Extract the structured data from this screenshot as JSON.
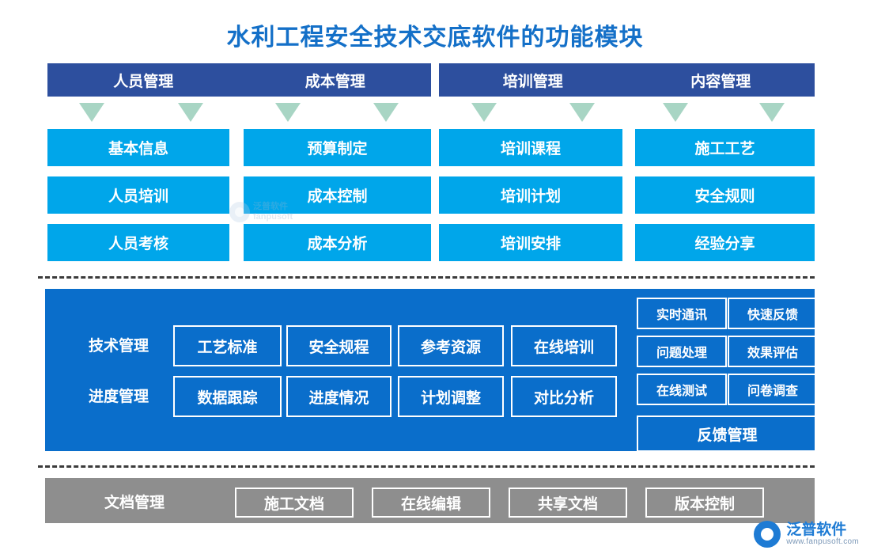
{
  "title": "水利工程安全技术交底软件的功能模块",
  "colors": {
    "title": "#1470c8",
    "header_bar": "#2d4f9e",
    "card": "#00a6ea",
    "arrow": "#a8d5c4",
    "mid_panel": "#0a6ecb",
    "doc_bar": "#8e8e8e",
    "dashed": "#3b3b3b"
  },
  "headers": {
    "left_group": [
      "人员管理",
      "成本管理"
    ],
    "right_group": [
      "培训管理",
      "内容管理"
    ]
  },
  "columns": [
    {
      "header": "人员管理",
      "items": [
        "基本信息",
        "人员培训",
        "人员考核"
      ]
    },
    {
      "header": "成本管理",
      "items": [
        "预算制定",
        "成本控制",
        "成本分析"
      ]
    },
    {
      "header": "培训管理",
      "items": [
        "培训课程",
        "培训计划",
        "培训安排"
      ]
    },
    {
      "header": "内容管理",
      "items": [
        "施工工艺",
        "安全规则",
        "经验分享"
      ]
    }
  ],
  "mid_panel": {
    "rows": [
      {
        "label": "技术管理",
        "items": [
          "工艺标准",
          "安全规程",
          "参考资源",
          "在线培训"
        ]
      },
      {
        "label": "进度管理",
        "items": [
          "数据跟踪",
          "进度情况",
          "计划调整",
          "对比分析"
        ]
      }
    ],
    "side_items": [
      "实时通讯",
      "快速反馈",
      "问题处理",
      "效果评估",
      "在线测试",
      "问卷调查"
    ],
    "side_footer": "反馈管理"
  },
  "doc_bar": {
    "label": "文档管理",
    "items": [
      "施工文档",
      "在线编辑",
      "共享文档",
      "版本控制"
    ]
  },
  "logo": {
    "name": "泛普软件",
    "url": "www.fanpusoft.com"
  },
  "watermark": {
    "line1": "泛普软件",
    "line2": "fanpusoft"
  }
}
